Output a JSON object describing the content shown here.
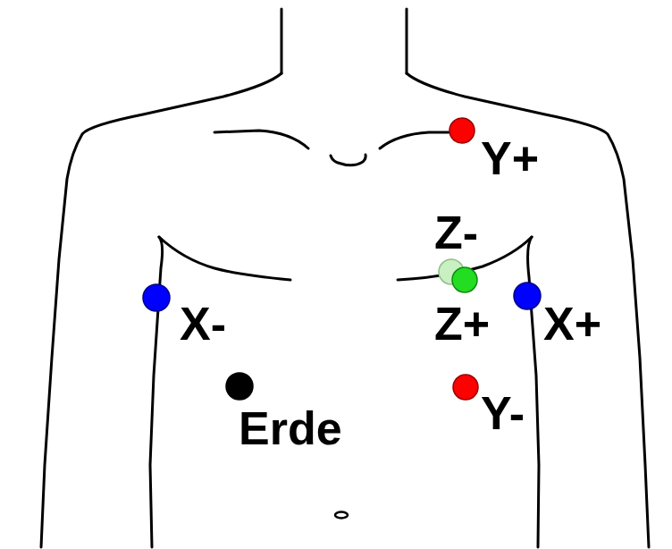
{
  "diagram": {
    "labels": [
      "Y+",
      "Z-",
      "X-",
      "Z+",
      "X+",
      "Erde",
      "Y-"
    ]
  }
}
